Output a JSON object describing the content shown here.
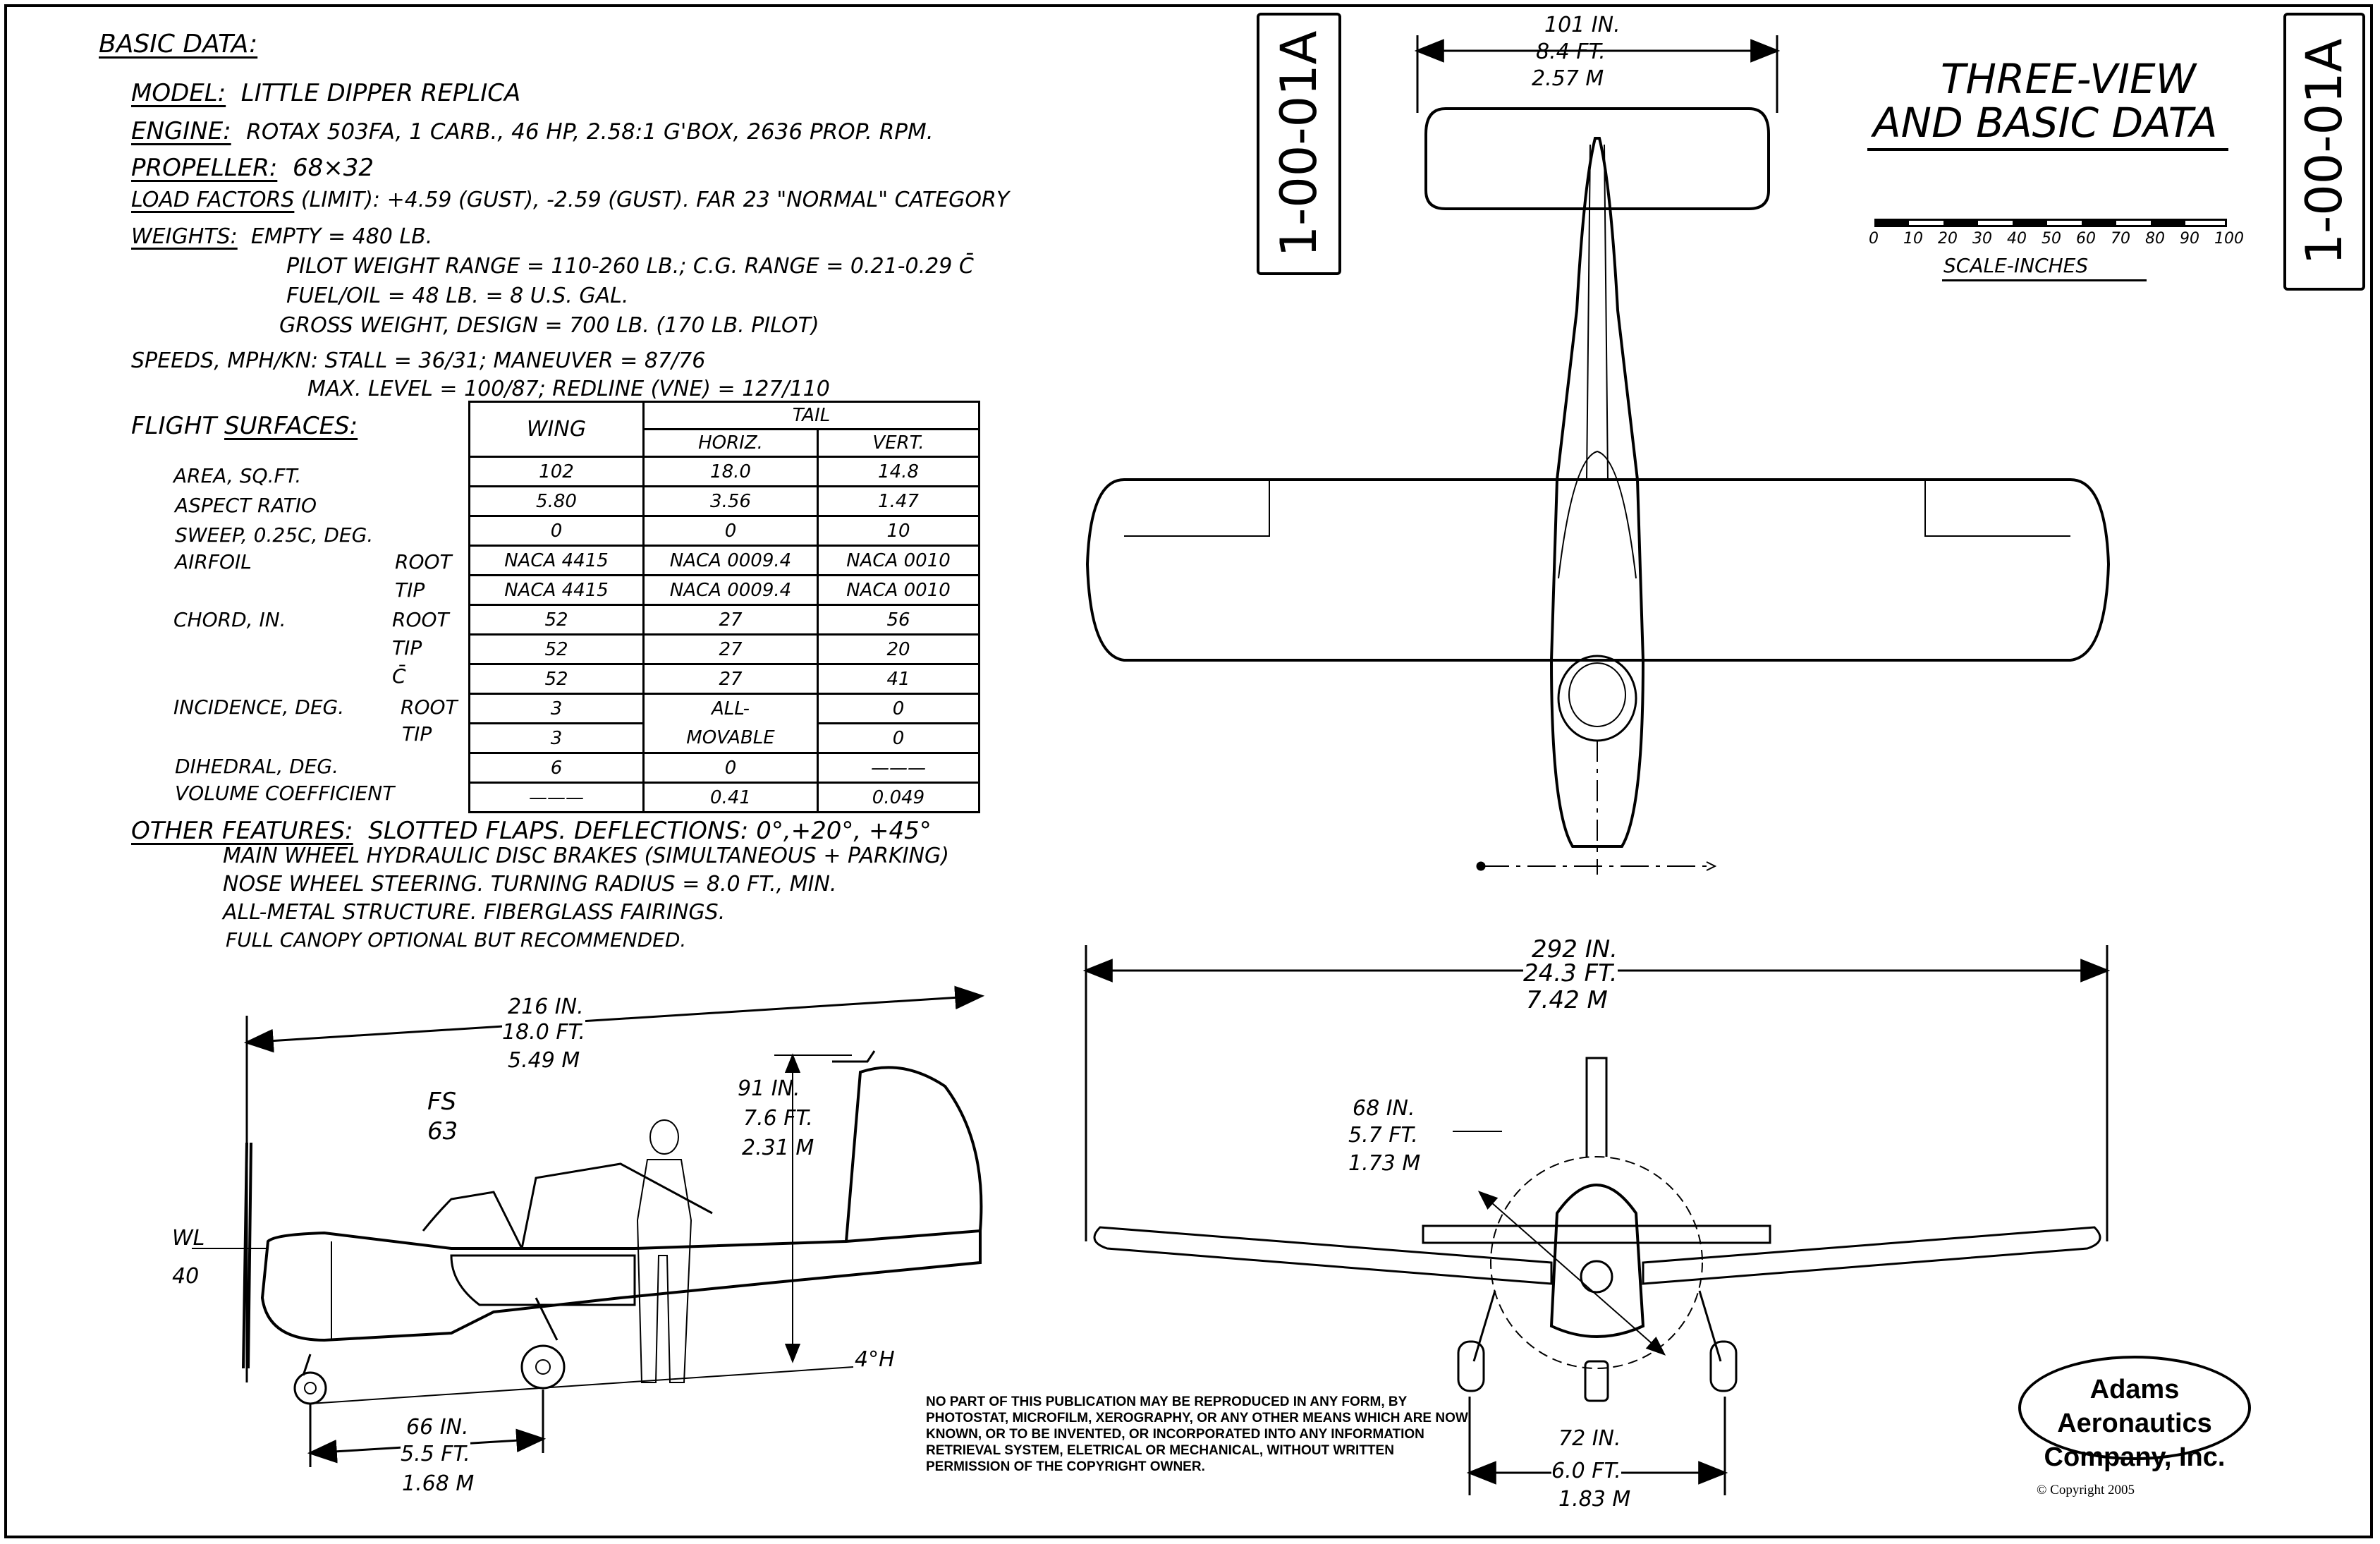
{
  "header": {
    "basic_data": "BASIC DATA:",
    "model_label": "MODEL:",
    "model_value": "LITTLE DIPPER REPLICA",
    "engine_label": "ENGINE:",
    "engine_value": "ROTAX 503FA, 1 CARB., 46 HP, 2.58:1 G'BOX, 2636 PROP. RPM.",
    "propeller_label": "PROPELLER:",
    "propeller_value": "68×32",
    "load_label": "LOAD FACTORS",
    "load_value": "(LIMIT): +4.59 (GUST), -2.59 (GUST). FAR 23 \"NORMAL\" CATEGORY",
    "weights_label": "WEIGHTS:",
    "weights_empty": "EMPTY = 480 LB.",
    "weights_pilot": "PILOT WEIGHT RANGE = 110-260 LB.; C.G. RANGE = 0.21-0.29 C̄",
    "weights_fuel": "FUEL/OIL = 48 LB. = 8 U.S. GAL.",
    "weights_gross": "GROSS WEIGHT, DESIGN = 700 LB. (170 LB. PILOT)",
    "speeds_1": "SPEEDS, MPH/KN: STALL = 36/31; MANEUVER = 87/76",
    "speeds_2": "MAX. LEVEL = 100/87; REDLINE (VNE) = 127/110"
  },
  "drawing_number": "1-00-01A",
  "title_block": {
    "title_line1": "THREE-VIEW",
    "title_line2": "AND BASIC DATA",
    "scale_ticks": [
      "0",
      "10",
      "20",
      "30",
      "40",
      "50",
      "60",
      "70",
      "80",
      "90",
      "100"
    ],
    "scale_label": "SCALE-INCHES"
  },
  "surfaces": {
    "heading_prefix": "FLIGHT ",
    "heading": "SURFACES:",
    "col_wing": "WING",
    "col_tail": "TAIL",
    "col_horiz": "HORIZ.",
    "col_vert": "VERT.",
    "row_labels": [
      "AREA, SQ.FT.",
      "ASPECT RATIO",
      "SWEEP, 0.25C, DEG.",
      "AIRFOIL",
      "ROOT",
      "TIP",
      "CHORD, IN.",
      "ROOT",
      "TIP",
      "C̄",
      "INCIDENCE, DEG.",
      "ROOT",
      "TIP",
      "DIHEDRAL, DEG.",
      "VOLUME COEFFICIENT"
    ],
    "rows": [
      [
        "102",
        "18.0",
        "14.8"
      ],
      [
        "5.80",
        "3.56",
        "1.47"
      ],
      [
        "0",
        "0",
        "10"
      ],
      [
        "NACA 4415",
        "NACA 0009.4",
        "NACA 0010"
      ],
      [
        "NACA 4415",
        "NACA 0009.4",
        "NACA 0010"
      ],
      [
        "52",
        "27",
        "56"
      ],
      [
        "52",
        "27",
        "20"
      ],
      [
        "52",
        "27",
        "41"
      ],
      [
        "3",
        "ALL-",
        "0"
      ],
      [
        "3",
        "MOVABLE",
        "0"
      ],
      [
        "6",
        "0",
        "———"
      ],
      [
        "———",
        "0.41",
        "0.049"
      ]
    ]
  },
  "features": {
    "label": "OTHER FEATURES:",
    "line1": "SLOTTED FLAPS. DEFLECTIONS: 0°,+20°, +45°",
    "line2": "MAIN WHEEL HYDRAULIC DISC BRAKES (SIMULTANEOUS + PARKING)",
    "line3": "NOSE WHEEL STEERING. TURNING RADIUS = 8.0 FT., MIN.",
    "line4": "ALL-METAL STRUCTURE. FIBERGLASS FAIRINGS.",
    "line5": "FULL CANOPY OPTIONAL BUT RECOMMENDED."
  },
  "dimensions": {
    "tail_span": [
      "101 IN.",
      "8.4 FT.",
      "2.57 M"
    ],
    "length": [
      "216 IN.",
      "18.0 FT.",
      "5.49 M"
    ],
    "height": [
      "91 IN.",
      "7.6 FT.",
      "2.31 M"
    ],
    "fs": [
      "FS",
      "63"
    ],
    "wl": [
      "WL",
      "40"
    ],
    "attitude": "4°H",
    "wheelbase": [
      "66 IN.",
      "5.5 FT.",
      "1.68 M"
    ],
    "wingspan": [
      "292 IN.",
      "24.3 FT.",
      "7.42 M"
    ],
    "prop": [
      "68 IN.",
      "5.7 FT.",
      "1.73 M"
    ],
    "track": [
      "72 IN.",
      "6.0 FT.",
      "1.83 M"
    ]
  },
  "legal": "NO PART OF THIS PUBLICATION MAY BE REPRODUCED IN ANY FORM, BY PHOTOSTAT, MICROFILM, XEROGRAPHY, OR ANY OTHER MEANS WHICH ARE NOW KNOWN, OR TO BE INVENTED, OR INCORPORATED INTO ANY INFORMATION RETRIEVAL SYSTEM, ELETRICAL OR MECHANICAL, WITHOUT WRITTEN PERMISSION OF THE COPYRIGHT OWNER.",
  "logo": {
    "line1": "Adams Aeronautics",
    "line2": "Company, Inc."
  },
  "copyright": "© Copyright 2005"
}
